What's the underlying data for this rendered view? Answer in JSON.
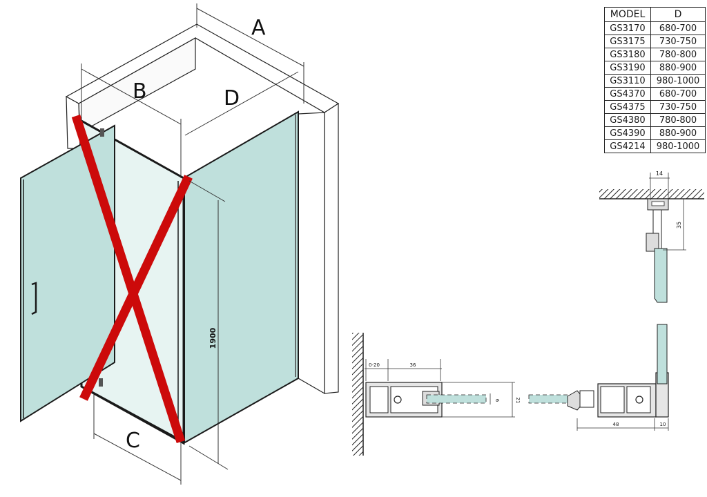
{
  "labels": {
    "A": "A",
    "B": "B",
    "C": "C",
    "D": "D",
    "height": "1900"
  },
  "table": {
    "headers": [
      "MODEL",
      "D"
    ],
    "rows": [
      [
        "GS3170",
        "680-700"
      ],
      [
        "GS3175",
        "730-750"
      ],
      [
        "GS3180",
        "780-800"
      ],
      [
        "GS3190",
        "880-900"
      ],
      [
        "GS3110",
        "980-1000"
      ],
      [
        "GS4370",
        "680-700"
      ],
      [
        "GS4375",
        "730-750"
      ],
      [
        "GS4380",
        "780-800"
      ],
      [
        "GS4390",
        "880-900"
      ],
      [
        "GS4214",
        "980-1000"
      ]
    ]
  },
  "profile_top": {
    "width": "14",
    "height": "35"
  },
  "profile_bottom": {
    "adjust": "0-20",
    "profile_depth": "36",
    "glass": "6",
    "height": "21",
    "corner_depth": "48",
    "corner_width": "10"
  },
  "colors": {
    "glass": "#bfe0dc",
    "frame": "#1a1a1a",
    "cross": "#cc0a0a"
  }
}
